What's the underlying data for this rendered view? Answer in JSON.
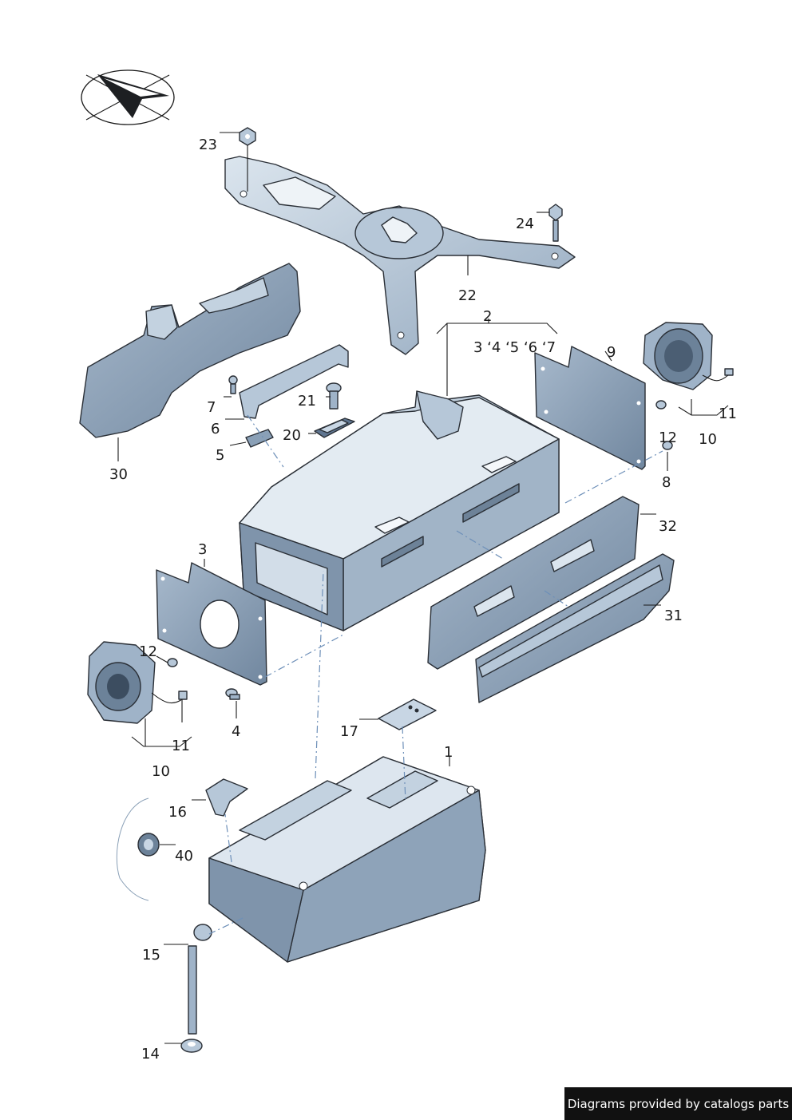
{
  "callouts": {
    "c1": "1",
    "c2": "2",
    "c3a": "3",
    "c3_7": "3 ‘4 ‘5 ‘6 ‘7",
    "c4": "4",
    "c5": "5",
    "c6": "6",
    "c7": "7",
    "c8": "8",
    "c9": "9",
    "c10a": "10",
    "c10b": "10",
    "c11a": "11",
    "c11b": "11",
    "c12a": "12",
    "c12b": "12",
    "c14": "14",
    "c15": "15",
    "c16": "16",
    "c17": "17",
    "c20": "20",
    "c21": "21",
    "c22": "22",
    "c23": "23",
    "c24": "24",
    "c30": "30",
    "c31": "31",
    "c32": "32",
    "c40": "40"
  },
  "credit": "Diagrams provided by catalogs parts",
  "colors": {
    "part_fill": "#9fb3c8",
    "part_light": "#c8d6e4",
    "part_dark": "#7f94ab",
    "dash": "#6d8fb8"
  },
  "icons": [
    "orientation-arrow-icon"
  ]
}
